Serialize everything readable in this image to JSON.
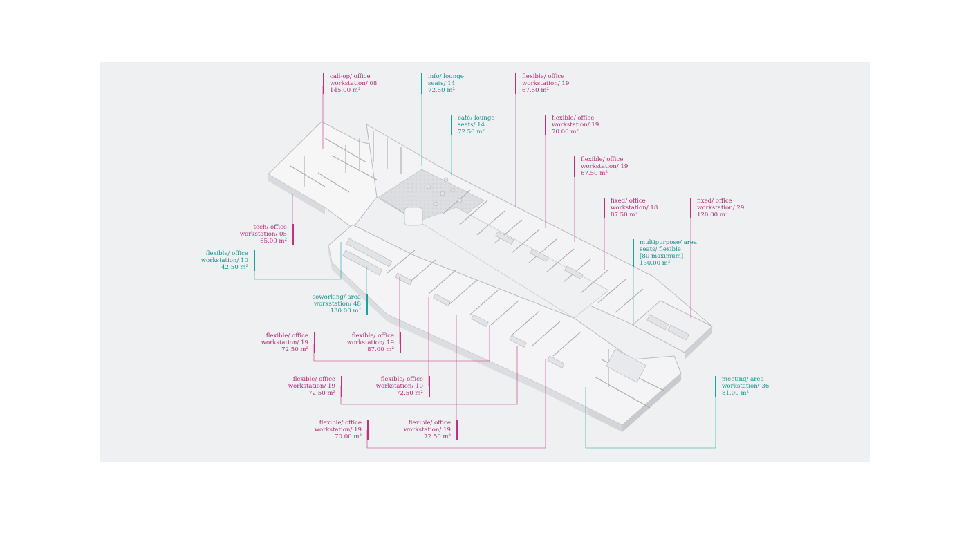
{
  "colors": {
    "office": "#c0307f",
    "common": "#16a3a1",
    "panel": "#eef0f2"
  },
  "labels": [
    {
      "id": "call-op",
      "kind": "office",
      "l1": "call-op/ office",
      "l2": "workstation/ 08",
      "l3": "145.00 m²"
    },
    {
      "id": "info-lounge",
      "kind": "common",
      "l1": "info/ lounge",
      "l2": "seats/ 14",
      "l3": "72.50 m²"
    },
    {
      "id": "flexible-a",
      "kind": "office",
      "l1": "flexible/ office",
      "l2": "workstation/ 19",
      "l3": "67.50 m²"
    },
    {
      "id": "cafe-lounge",
      "kind": "common",
      "l1": "café/ lounge",
      "l2": "seats/ 14",
      "l3": "72.50 m²"
    },
    {
      "id": "flexible-b",
      "kind": "office",
      "l1": "flexible/ office",
      "l2": "workstation/ 19",
      "l3": "70.00 m²"
    },
    {
      "id": "flexible-c",
      "kind": "office",
      "l1": "flexible/ office",
      "l2": "workstation/ 19",
      "l3": "67.50 m²"
    },
    {
      "id": "fixed-a",
      "kind": "office",
      "l1": "fixed/ office",
      "l2": "workstation/ 18",
      "l3": "87.50 m²"
    },
    {
      "id": "fixed-b",
      "kind": "office",
      "l1": "fixed/ office",
      "l2": "workstation/ 29",
      "l3": "120.00 m²"
    },
    {
      "id": "multipurpose",
      "kind": "common",
      "l1": "multipurpose/ area",
      "l2": "seats/ flexible",
      "l3": "[80 maximum]",
      "l4": "130.00 m²"
    },
    {
      "id": "tech",
      "kind": "office",
      "l1": "tech/ office",
      "l2": "workstation/ 05",
      "l3": "65.00 m²"
    },
    {
      "id": "flexible-d",
      "kind": "common",
      "l1": "flexible/ office",
      "l2": "workstation/ 10",
      "l3": "42.50 m²"
    },
    {
      "id": "coworking",
      "kind": "common",
      "l1": "coworking/ area",
      "l2": "workstation/ 48",
      "l3": "130.00 m²"
    },
    {
      "id": "flexible-e",
      "kind": "office",
      "l1": "flexible/ office",
      "l2": "workstation/ 19",
      "l3": "72.50 m²"
    },
    {
      "id": "flexible-f",
      "kind": "office",
      "l1": "flexible/ office",
      "l2": "workstation/ 19",
      "l3": "87.00 m²"
    },
    {
      "id": "flexible-g",
      "kind": "office",
      "l1": "flexible/ office",
      "l2": "workstation/ 19",
      "l3": "72.50 m²"
    },
    {
      "id": "flexible-h",
      "kind": "office",
      "l1": "flexible/ office",
      "l2": "workstation/ 10",
      "l3": "72.50 m²"
    },
    {
      "id": "flexible-i",
      "kind": "office",
      "l1": "flexible/ office",
      "l2": "workstation/ 19",
      "l3": "70.00 m²"
    },
    {
      "id": "flexible-j",
      "kind": "office",
      "l1": "flexible/ office",
      "l2": "workstation/ 19",
      "l3": "72.50 m²"
    },
    {
      "id": "meeting",
      "kind": "common",
      "l1": "meeting/ area",
      "l2": "workstation/ 36",
      "l3": "81.00 m²"
    }
  ]
}
